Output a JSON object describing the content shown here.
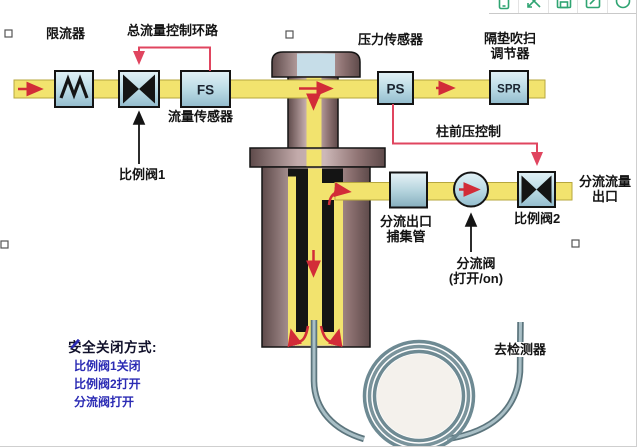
{
  "toolbar": {
    "icons": [
      "mobile-icon",
      "resize-arrows-icon",
      "save-icon",
      "edit-icon",
      "more-icon"
    ]
  },
  "diagram": {
    "labels": {
      "restrictor": "限流器",
      "total_flow_loop": "总流量控制环路",
      "flow_sensor_box": "FS",
      "flow_sensor": "流量传感器",
      "prop_valve1": "比例阀1",
      "pressure_sensor": "压力传感器",
      "pressure_sensor_box": "PS",
      "septum_purge_line1": "隔垫吹扫",
      "septum_purge_line2": "调节器",
      "septum_purge_box": "SPR",
      "column_head_pressure": "柱前压控制",
      "trap_line1": "分流出口",
      "trap_line2": "捕集管",
      "split_valve_line1": "分流阀",
      "split_valve_line2": "(打开/on)",
      "prop_valve2": "比例阀2",
      "outlet_line1": "分流流量",
      "outlet_line2": "出口",
      "to_detector": "去检测器"
    },
    "safety": {
      "title": "安全关闭方式:",
      "items": [
        "比例阀1关闭",
        "比例阀2打开",
        "分流阀打开"
      ]
    },
    "colors": {
      "pipe_yellow": "#f2e36e",
      "component_blue": "#bcdce6",
      "injector_brown": "#8a6e6e",
      "flow_arrow_red": "#d22c38",
      "control_line_red": "#e0455f",
      "column_gray": "#7b949c",
      "safety_text_blue": "#2b2bb4",
      "toolbar_green": "#2fa472"
    }
  }
}
